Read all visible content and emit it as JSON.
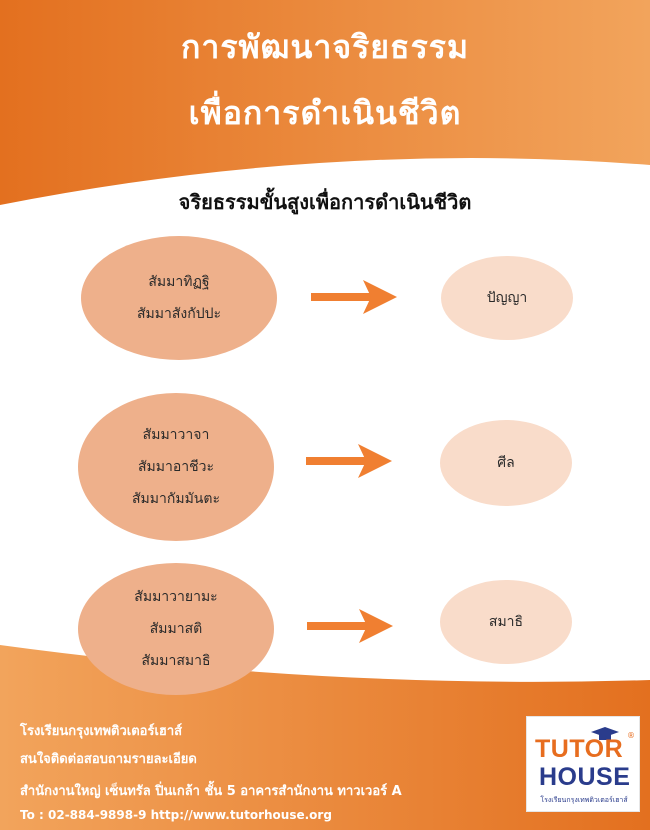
{
  "title": {
    "line1": "การพัฒนาจริยธรรม",
    "line2": "เพื่อการดำเนินชีวิต"
  },
  "subtitle": "จริยธรรมขั้นสูงเพื่อการดำเนินชีวิต",
  "groups": [
    {
      "items": [
        "สัมมาทิฏฐิ",
        "สัมมาสังกัปปะ"
      ],
      "result": "ปัญญา"
    },
    {
      "items": [
        "สัมมาวาจา",
        "สัมมาอาชีวะ",
        "สัมมากัมมันตะ"
      ],
      "result": "ศีล"
    },
    {
      "items": [
        "สัมมาวายามะ",
        "สัมมาสติ",
        "สัมมาสมาธิ"
      ],
      "result": "สมาธิ"
    }
  ],
  "footer": {
    "school": "โรงเรียนกรุงเทพติวเตอร์เฮาส์",
    "contact": "สนใจติดต่อสอบถามรายละเอียด",
    "address": "สำนักงานใหญ่ เซ็นทรัล ปิ่นเกล้า ชั้น 5 อาคารสำนักงาน ทาวเวอร์ A",
    "phone_web": "To : 02-884-9898-9 http://www.tutorhouse.org"
  },
  "logo": {
    "word1": "TUTOR",
    "word2": "HOUSE",
    "reg": "®",
    "tagline": "โรงเรียนกรุงเทพติวเตอร์เฮาส์"
  },
  "colors": {
    "primary_orange": "#e0691f",
    "light_orange": "#f0a15a",
    "big_ellipse": "#eeb08b",
    "small_ellipse": "#f9dcca",
    "arrow": "#f07f31"
  }
}
